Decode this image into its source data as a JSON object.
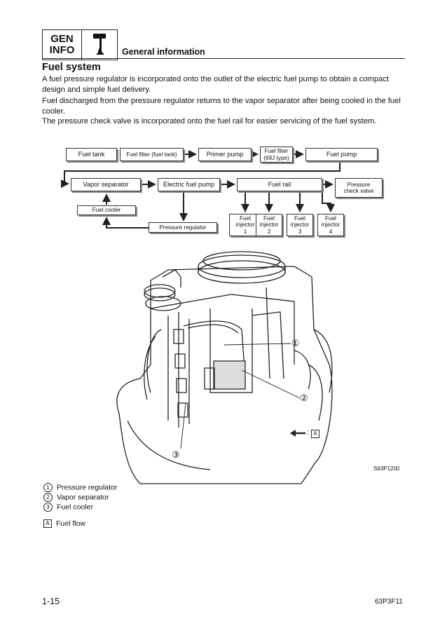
{
  "header": {
    "gen_line1": "GEN",
    "gen_line2": "INFO",
    "title": "General information"
  },
  "section": {
    "title": "Fuel system",
    "paragraphs": [
      "A fuel pressure regulator is incorporated onto the outlet of the electric fuel pump to obtain a compact design and simple fuel delivery.",
      "Fuel discharged from the pressure regulator returns to the vapor separator after being cooled in the fuel cooler.",
      "The pressure check valve is incorporated onto the fuel rail for easier servicing of the fuel system."
    ]
  },
  "flowchart": {
    "fuel_tank": "Fuel tank",
    "fuel_filter_tank": "Fuel filter (fuel tank)",
    "primer_pump": "Primer pump",
    "fuel_filter_69j_1": "Fuel filter",
    "fuel_filter_69j_2": "(69J type)",
    "fuel_pump": "Fuel pump",
    "vapor_separator": "Vapor separator",
    "electric_fuel_pump": "Electric fuel pump",
    "fuel_rail": "Fuel rail",
    "pressure_check_valve_1": "Pressure",
    "pressure_check_valve_2": "check valve",
    "fuel_cooler": "Fuel cooler",
    "pressure_regulator": "Pressure regulator",
    "injectors": [
      {
        "l1": "Fuel",
        "l2": "injector",
        "l3": "1"
      },
      {
        "l1": "Fuel",
        "l2": "injector",
        "l3": "2"
      },
      {
        "l1": "Fuel",
        "l2": "injector",
        "l3": "3"
      },
      {
        "l1": "Fuel",
        "l2": "injector",
        "l3": "4"
      }
    ]
  },
  "illustration": {
    "callout_1": "①",
    "callout_2": "②",
    "callout_3": "③",
    "flow_key": ":",
    "flow_letter": "A",
    "figure_code": "S63P1200"
  },
  "legend": {
    "items": [
      {
        "mark": "①",
        "label": "Pressure regulator"
      },
      {
        "mark": "②",
        "label": "Vapor separator"
      },
      {
        "mark": "③",
        "label": "Fuel cooler"
      }
    ],
    "flow_mark": "A",
    "flow_label": "Fuel flow"
  },
  "footer": {
    "page": "1-15",
    "code": "63P3F11"
  }
}
